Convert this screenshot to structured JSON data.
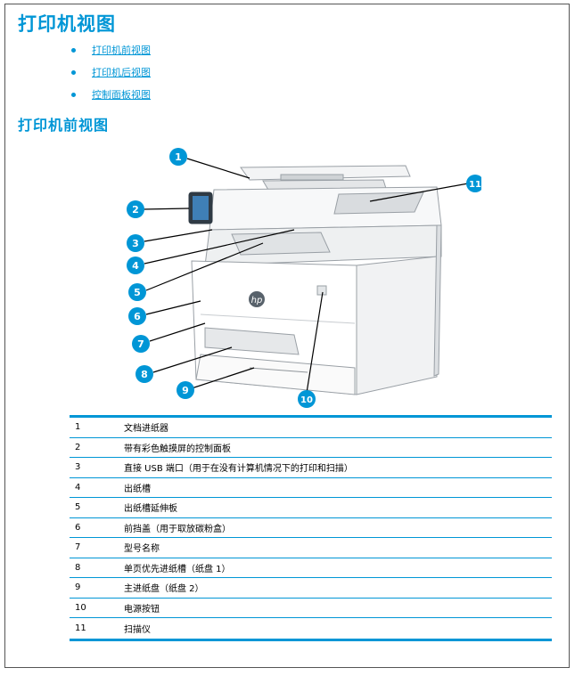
{
  "title": "打印机视图",
  "toc": [
    {
      "label": "打印机前视图"
    },
    {
      "label": "打印机后视图"
    },
    {
      "label": "控制面板视图"
    }
  ],
  "section_title": "打印机前视图",
  "callouts": [
    "1",
    "2",
    "3",
    "4",
    "5",
    "6",
    "7",
    "8",
    "9",
    "10",
    "11"
  ],
  "brand_logo": "hp",
  "parts_table": [
    {
      "num": "1",
      "desc": "文档进纸器"
    },
    {
      "num": "2",
      "desc": "带有彩色触摸屏的控制面板"
    },
    {
      "num": "3",
      "desc": "直接 USB 端口（用于在没有计算机情况下的打印和扫描）"
    },
    {
      "num": "4",
      "desc": "出纸槽"
    },
    {
      "num": "5",
      "desc": "出纸槽延伸板"
    },
    {
      "num": "6",
      "desc": "前挡盖（用于取放碳粉盒）"
    },
    {
      "num": "7",
      "desc": "型号名称"
    },
    {
      "num": "8",
      "desc": "单页优先进纸槽（纸盘 1）"
    },
    {
      "num": "9",
      "desc": "主进纸盘（纸盘 2）"
    },
    {
      "num": "10",
      "desc": "电源按钮"
    },
    {
      "num": "11",
      "desc": "扫描仪"
    }
  ],
  "colors": {
    "accent": "#0096d6",
    "callout": "#0096d6"
  }
}
